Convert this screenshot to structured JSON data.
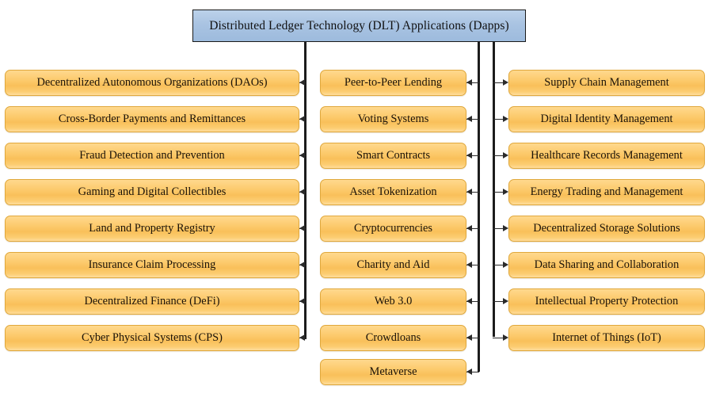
{
  "diagram": {
    "title": "Distributed Ledger Technology (DLT) Applications (Dapps)",
    "columns": {
      "left": {
        "items": [
          "Decentralized Autonomous Organizations (DAOs)",
          "Cross-Border Payments and Remittances",
          "Fraud Detection and Prevention",
          "Gaming and Digital Collectibles",
          "Land and Property Registry",
          "Insurance Claim Processing",
          "Decentralized Finance (DeFi)",
          "Cyber Physical Systems (CPS)"
        ]
      },
      "middle": {
        "items": [
          "Peer-to-Peer Lending",
          "Voting Systems",
          "Smart Contracts",
          "Asset Tokenization",
          "Cryptocurrencies",
          "Charity and Aid",
          "Web 3.0",
          "Crowdloans",
          "Metaverse"
        ]
      },
      "right": {
        "items": [
          "Supply Chain Management",
          "Digital Identity Management",
          "Healthcare Records Management",
          "Energy Trading and Management",
          "Decentralized Storage Solutions",
          "Data Sharing and Collaboration",
          "Intellectual Property Protection",
          "Internet of Things (IoT)"
        ]
      }
    },
    "colors": {
      "title_fill": "#a9c3e2",
      "title_border": "#1a1a1a",
      "node_fill": "#f9c05a",
      "node_fill_light": "#ffd98e",
      "node_border": "#e0a83c",
      "connector": "#1c1c1c",
      "background": "#ffffff",
      "text": "#1a1208"
    }
  }
}
